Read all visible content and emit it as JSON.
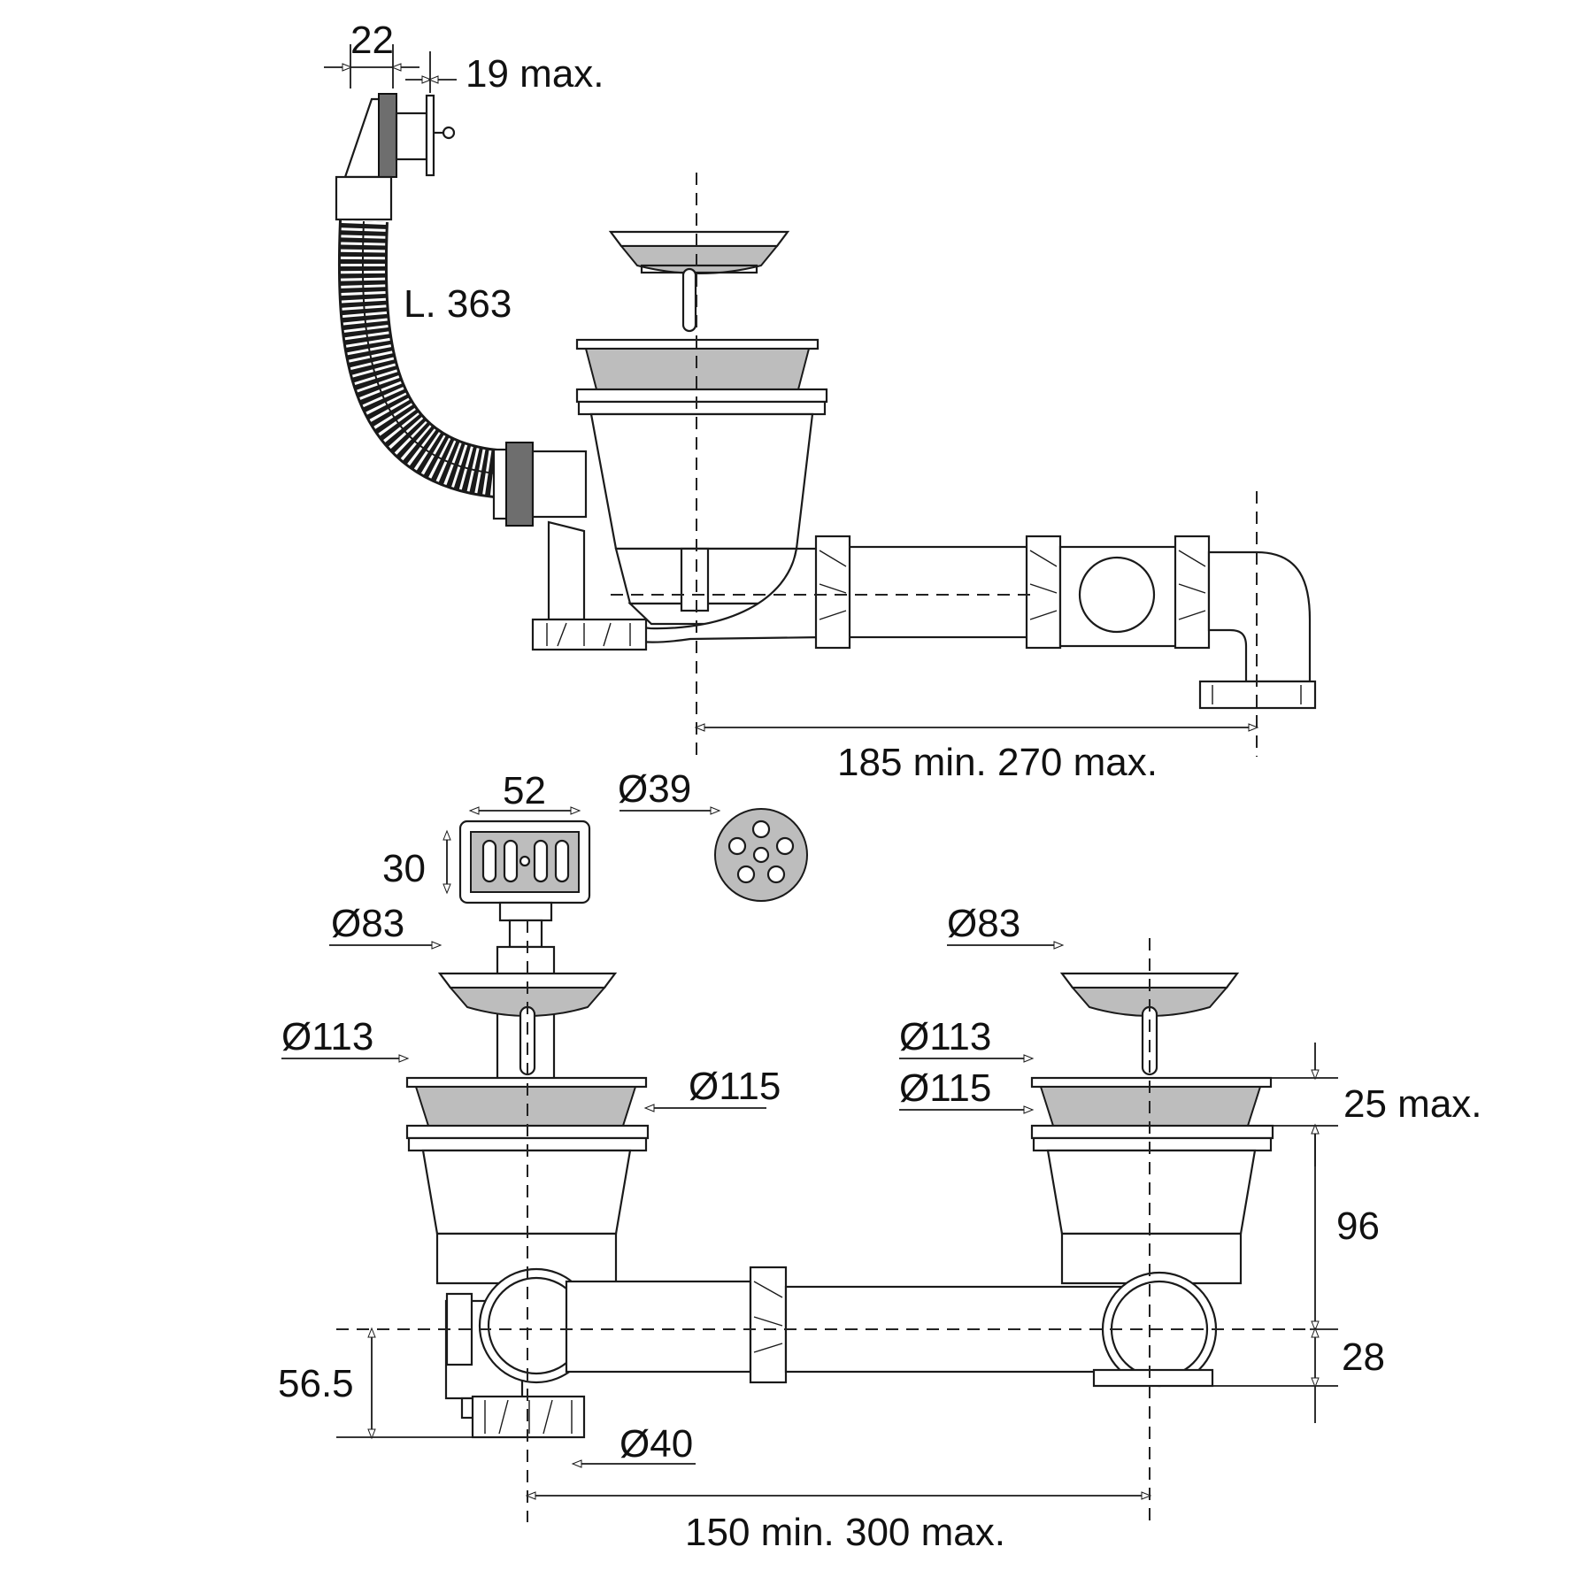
{
  "labels": {
    "overflow_width": "22",
    "overflow_thickness": "19 max.",
    "hose_length": "L. 363",
    "top_offset": "185 min. 270 max.",
    "overflow_rect_width": "52",
    "overflow_rect_height": "30",
    "round_grid_diameter": "Ø39",
    "basket_left_diameter": "Ø83",
    "basket_right_diameter": "Ø83",
    "flange_left_inner": "Ø113",
    "flange_left_outer": "Ø115",
    "flange_right_inner": "Ø113",
    "flange_right_outer": "Ø115",
    "flange_height": "25 max.",
    "body_height": "96",
    "pipe_offset": "28",
    "outlet_drop": "56.5",
    "outlet_diameter": "Ø40",
    "bottom_offset": "150 min. 300 max."
  },
  "colors": {
    "line": "#1a1a1a",
    "fill_light": "#bdbdbd",
    "fill_dark": "#6e6e6e"
  }
}
